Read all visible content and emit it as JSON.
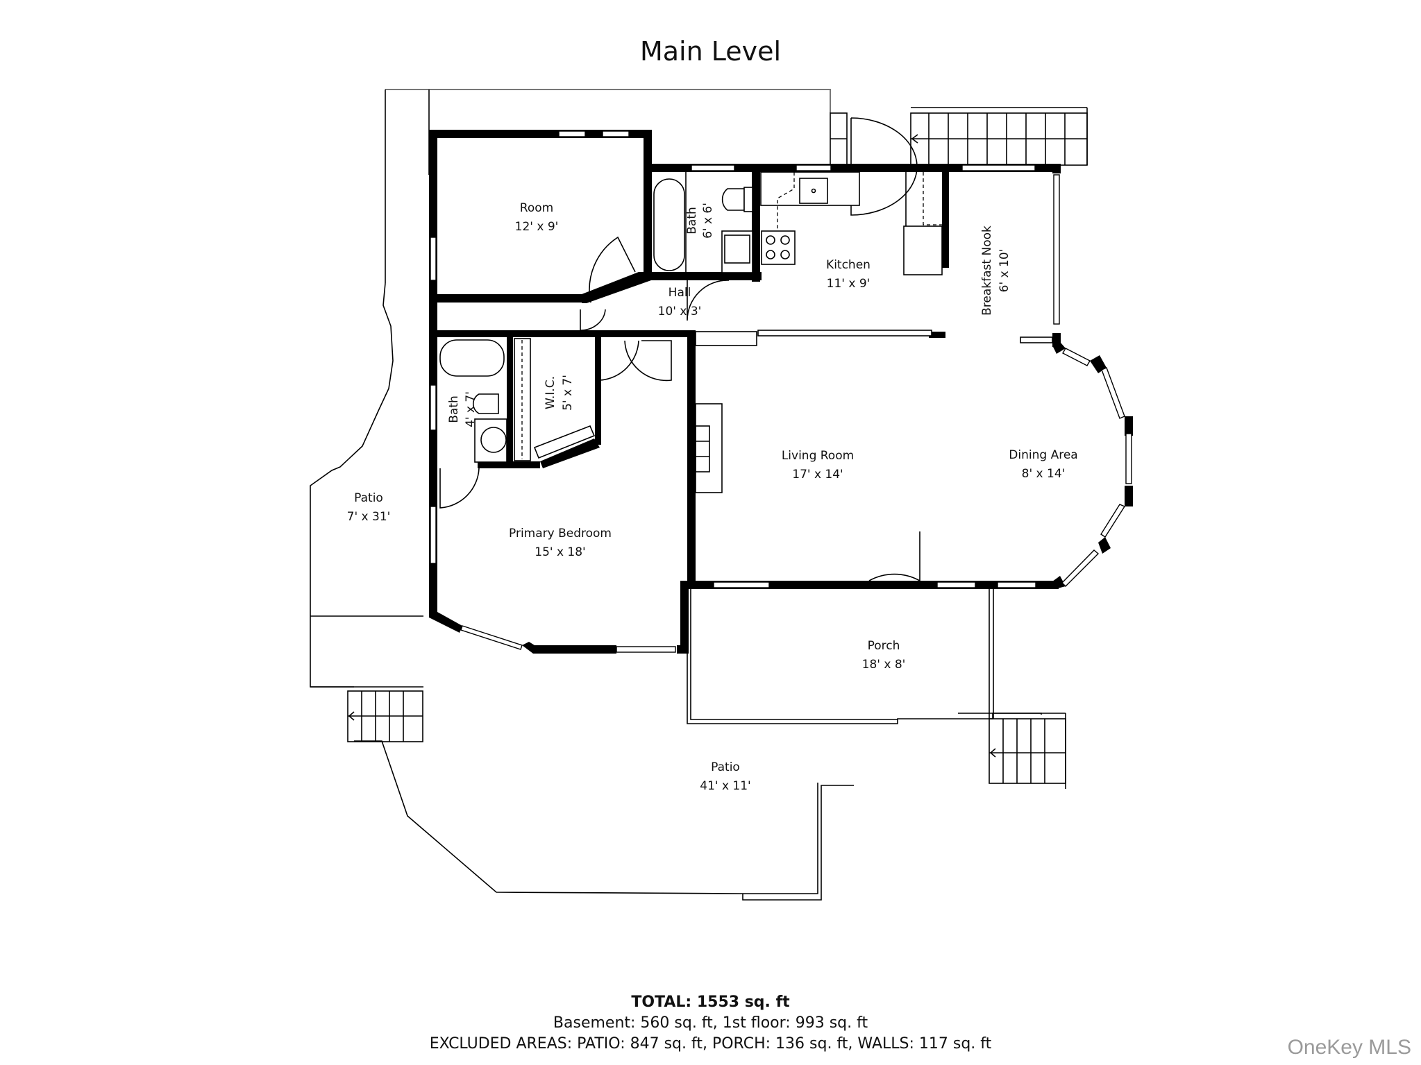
{
  "title": "Main Level",
  "rooms": {
    "room": {
      "name": "Room",
      "size": "12' x 9'"
    },
    "bath_upper": {
      "name": "Bath",
      "size": "6' x 6'"
    },
    "kitchen": {
      "name": "Kitchen",
      "size": "11' x 9'"
    },
    "breakfast_nook": {
      "name": "Breakfast Nook",
      "size": "6' x 10'"
    },
    "hall": {
      "name": "Hall",
      "size": "10' x 3'"
    },
    "bath_lower": {
      "name": "Bath",
      "size": "4' x 7'"
    },
    "wic": {
      "name": "W.I.C.",
      "size": "5' x 7'"
    },
    "living_room": {
      "name": "Living Room",
      "size": "17' x 14'"
    },
    "dining_area": {
      "name": "Dining Area",
      "size": "8' x 14'"
    },
    "patio_left": {
      "name": "Patio",
      "size": "7' x 31'"
    },
    "primary_bedroom": {
      "name": "Primary Bedroom",
      "size": "15' x 18'"
    },
    "porch": {
      "name": "Porch",
      "size": "18' x 8'"
    },
    "patio_bottom": {
      "name": "Patio",
      "size": "41' x 11'"
    }
  },
  "summary": {
    "total": "TOTAL: 1553 sq. ft",
    "breakdown": "Basement: 560 sq. ft, 1st floor: 993 sq. ft",
    "excluded": "EXCLUDED AREAS: PATIO: 847 sq. ft, PORCH: 136 sq. ft, WALLS: 117 sq. ft"
  },
  "watermark": "OneKey MLS",
  "colors": {
    "wall": "#000000",
    "background": "#ffffff",
    "watermark": "#9a9a9a"
  }
}
